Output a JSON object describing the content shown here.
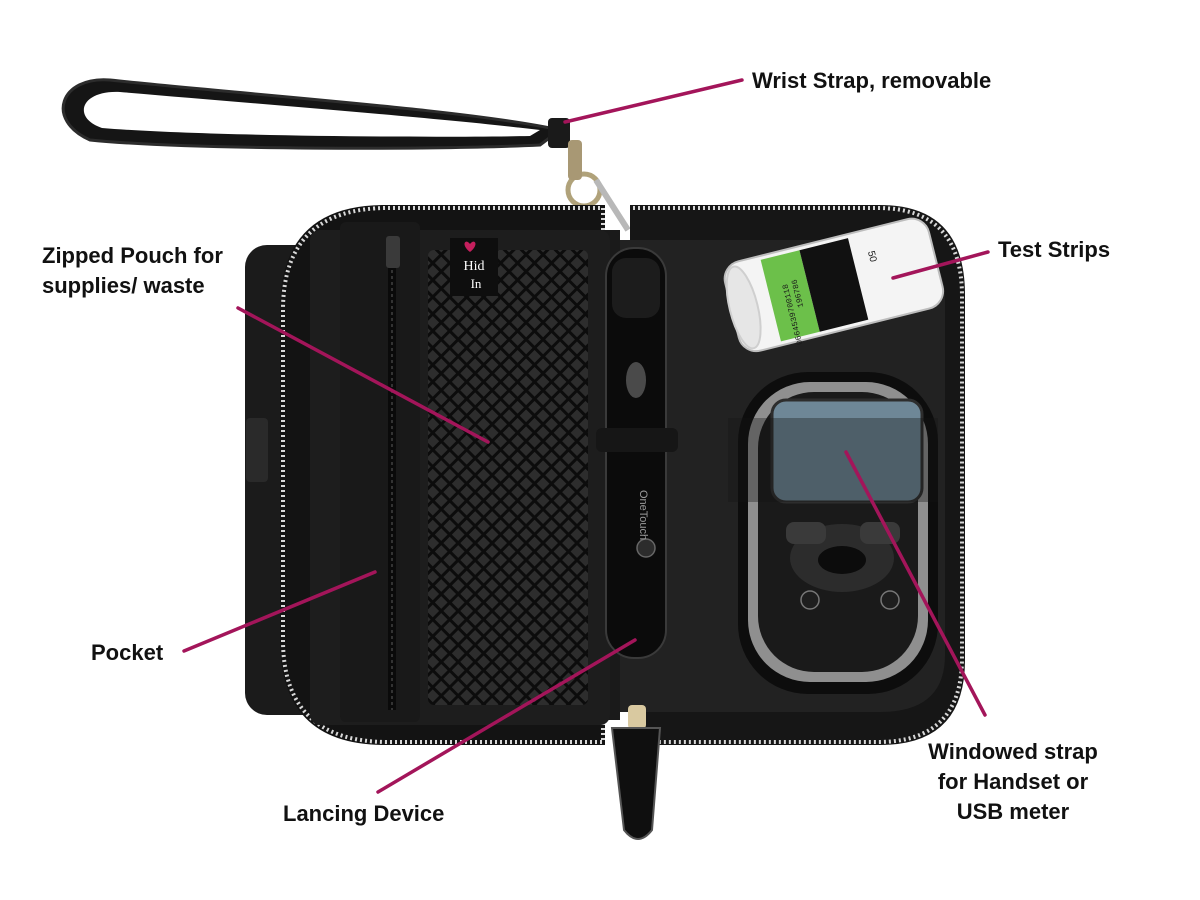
{
  "colors": {
    "leader": "#a3155a",
    "case": "#141414",
    "case_inner": "#1f1f1f",
    "zipper": "#cfcfcf",
    "meter_screen": "#6e8797",
    "strip_green": "#6cc04a"
  },
  "labels": {
    "wrist_strap": "Wrist Strap, removable",
    "zipped_pouch": [
      "Zipped Pouch for",
      "supplies/ waste"
    ],
    "test_strips": "Test Strips",
    "pocket": "Pocket",
    "lancing_device": "Lancing Device",
    "windowed_strap": [
      "Windowed strap",
      "for Handset or",
      "USB meter"
    ]
  },
  "brand_tag": {
    "line1": "Hid",
    "line2": "In"
  },
  "strip_vial_text": [
    "0664539700118",
    "196786"
  ],
  "strip_vial_count": "50",
  "lancet_text": "OneTouch"
}
